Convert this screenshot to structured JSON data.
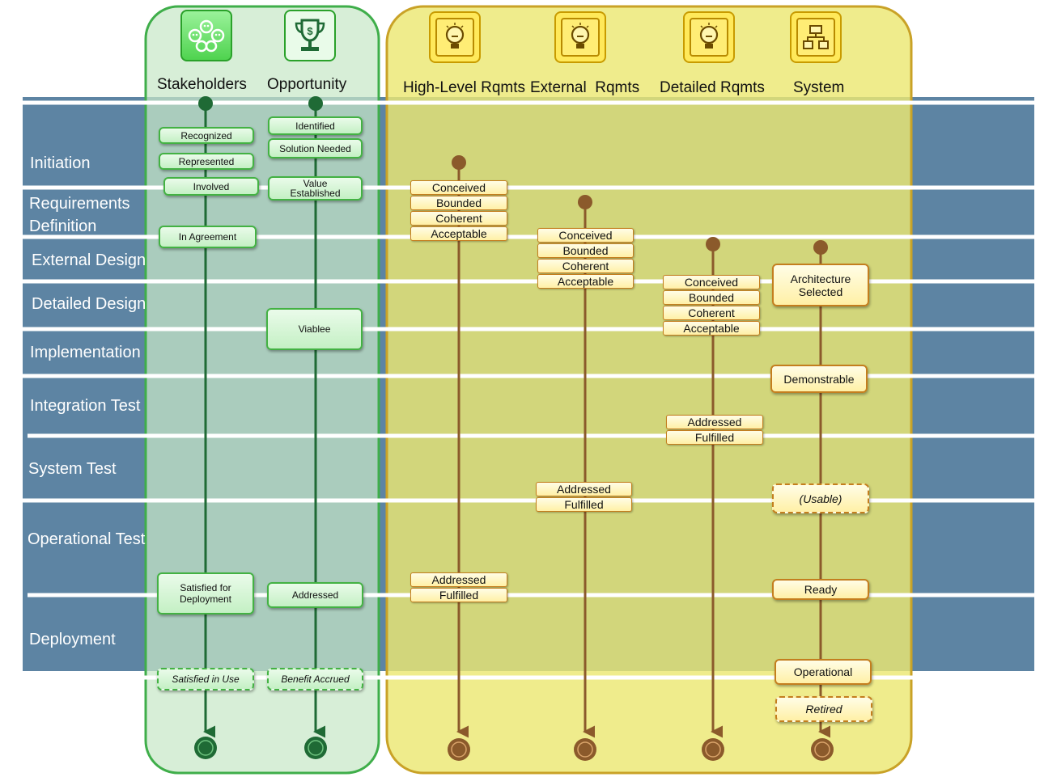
{
  "phases": [
    "Initiation",
    "Requirements Definition",
    "External Design",
    "Detailed Design",
    "Implementation",
    "Integration Test",
    "System Test",
    "Operational Test",
    "Deployment"
  ],
  "alphas": {
    "stakeholders": {
      "name": "Stakeholders",
      "icon": "stakeholders-group-icon",
      "states": [
        "Recognized",
        "Represented",
        "Involved",
        "In Agreement",
        "Satisfied for Deployment",
        "Satisfied in Use"
      ]
    },
    "opportunity": {
      "name": "Opportunity",
      "icon": "trophy-icon",
      "states": [
        "Identified",
        "Solution Needed",
        "Value Established",
        "Viablee",
        "Addressed",
        "Benefit Accrued"
      ]
    },
    "high_level_rqmts": {
      "name": "High-Level Rqmts",
      "icon": "lightbulb-icon",
      "states": [
        "Conceived",
        "Bounded",
        "Coherent",
        "Acceptable",
        "Addressed",
        "Fulfilled"
      ]
    },
    "external_rqmts": {
      "name": "External  Rqmts",
      "icon": "lightbulb-icon",
      "states": [
        "Conceived",
        "Bounded",
        "Coherent",
        "Acceptable",
        "Addressed",
        "Fulfilled"
      ]
    },
    "detailed_rqmts": {
      "name": "Detailed Rqmts",
      "icon": "lightbulb-icon",
      "states": [
        "Conceived",
        "Bounded",
        "Coherent",
        "Acceptable",
        "Addressed",
        "Fulfilled"
      ]
    },
    "system": {
      "name": "System",
      "icon": "hierarchy-icon",
      "states": [
        "Architecture Selected",
        "Demonstrable",
        "(Usable)",
        "Ready",
        "Operational",
        "Retired"
      ]
    }
  },
  "colors": {
    "phase_band": "#5d84a3",
    "green_panel": "#b6ddb6",
    "green_border": "#3fae4a",
    "yellow_panel": "#e2df6e",
    "yellow_border": "#c9a227",
    "green_line": "#1f6a35",
    "brown_line": "#8b5a2b"
  }
}
